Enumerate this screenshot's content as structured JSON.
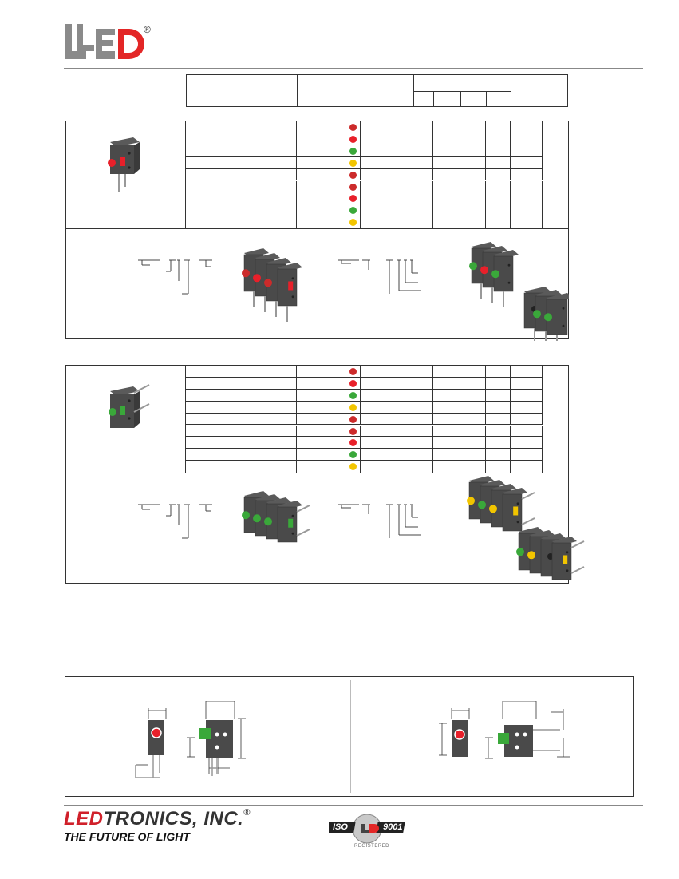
{
  "header": {
    "logo_text": "LED",
    "logo_mark": "®"
  },
  "footer": {
    "brand_primary": "LED",
    "brand_secondary": "TRONICS, INC.",
    "brand_mark": "®",
    "tagline": "THE FUTURE OF LIGHT",
    "iso_left": "ISO",
    "iso_right": "9001",
    "iso_caption": "REGISTERED"
  },
  "colors": {
    "red": "#cc2b2b",
    "bright_red": "#e8202a",
    "green": "#3aa83a",
    "yellow": "#f2c500",
    "housing": "#4a4a4a",
    "brand_red": "#d0202a"
  },
  "sections": [
    {
      "id": "vertical",
      "led_colors": [
        "red",
        "bright_red",
        "green",
        "yellow",
        "red",
        "red",
        "bright_red",
        "green",
        "yellow"
      ]
    },
    {
      "id": "right-angle",
      "led_colors": [
        "red",
        "bright_red",
        "green",
        "yellow",
        "red",
        "red",
        "bright_red",
        "green",
        "yellow"
      ]
    }
  ]
}
